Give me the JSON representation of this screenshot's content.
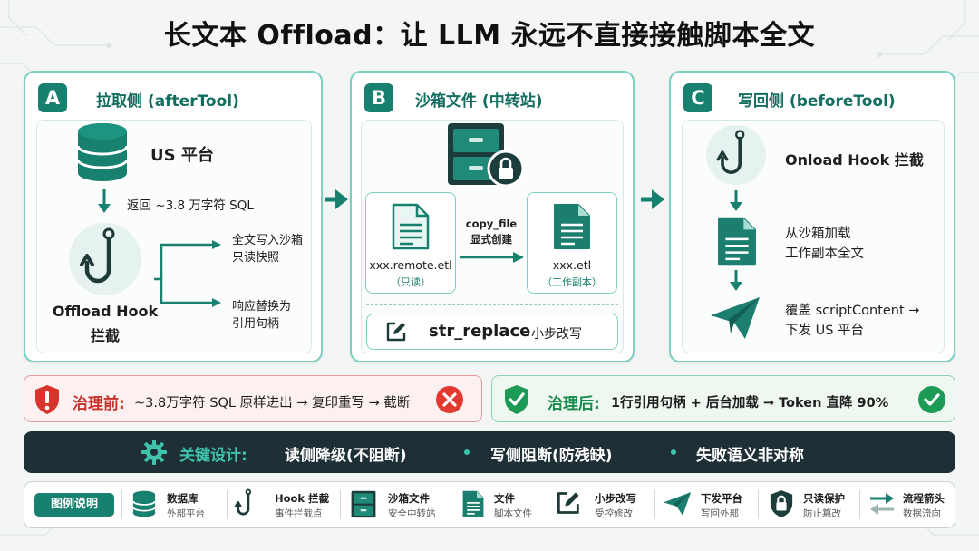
{
  "title": "长文本 Offload：让 LLM 永远不直接接触脚本全文",
  "panel_a": {
    "badge": "A",
    "title": "拉取侧 (afterTool)",
    "platform": "US 平台",
    "return_label": "返回 ~3.8 万字符 SQL",
    "hook_label_1": "Offload Hook",
    "hook_label_2": "拦截",
    "branch_1_line_1": "全文写入沙箱",
    "branch_1_line_2": "只读快照",
    "branch_2_line_1": "响应替换为",
    "branch_2_line_2": "引用句柄"
  },
  "panel_b": {
    "badge": "B",
    "title": "沙箱文件 (中转站)",
    "file_left_name": "xxx.remote.etl",
    "file_left_sub": "（只读）",
    "copy_label_1": "copy_file",
    "copy_label_2": "显式创建",
    "file_right_name": "xxx.etl",
    "file_right_sub": "（工作副本）",
    "replace_label": "str_replace",
    "replace_sub": "小步改写"
  },
  "panel_c": {
    "badge": "C",
    "title": "写回侧 (beforeTool)",
    "hook_label": "Onload Hook 拦截",
    "load_line_1": "从沙箱加载",
    "load_line_2": "工作副本全文",
    "send_line_1": "覆盖 scriptContent →",
    "send_line_2": "下发 US 平台"
  },
  "before": {
    "label": "治理前:",
    "text": "~3.8万字符 SQL 原样进出 → 复印重写 → 截断"
  },
  "after": {
    "label": "治理后:",
    "text": "1行引用句柄 + 后台加载 → Token 直降 90%"
  },
  "design": {
    "label": "关键设计:",
    "item_1": "读侧降级(不阻断)",
    "item_2": "写侧阻断(防残缺)",
    "item_3": "失败语义非对称"
  },
  "legend": {
    "title": "图例说明",
    "items": [
      {
        "name": "数据库",
        "desc": "外部平台"
      },
      {
        "name": "Hook 拦截",
        "desc": "事件拦截点"
      },
      {
        "name": "沙箱文件",
        "desc": "安全中转站"
      },
      {
        "name": "文件",
        "desc": "脚本文件"
      },
      {
        "name": "小步改写",
        "desc": "受控修改"
      },
      {
        "name": "下发平台",
        "desc": "写回外部"
      },
      {
        "name": "只读保护",
        "desc": "防止篡改"
      },
      {
        "name": "流程箭头",
        "desc": "数据流向"
      }
    ]
  },
  "colors": {
    "teal": "#17806f",
    "teal_light": "#7ccfc1",
    "danger": "#d9342b",
    "success": "#1e9a57",
    "dark": "#1f2f36"
  }
}
